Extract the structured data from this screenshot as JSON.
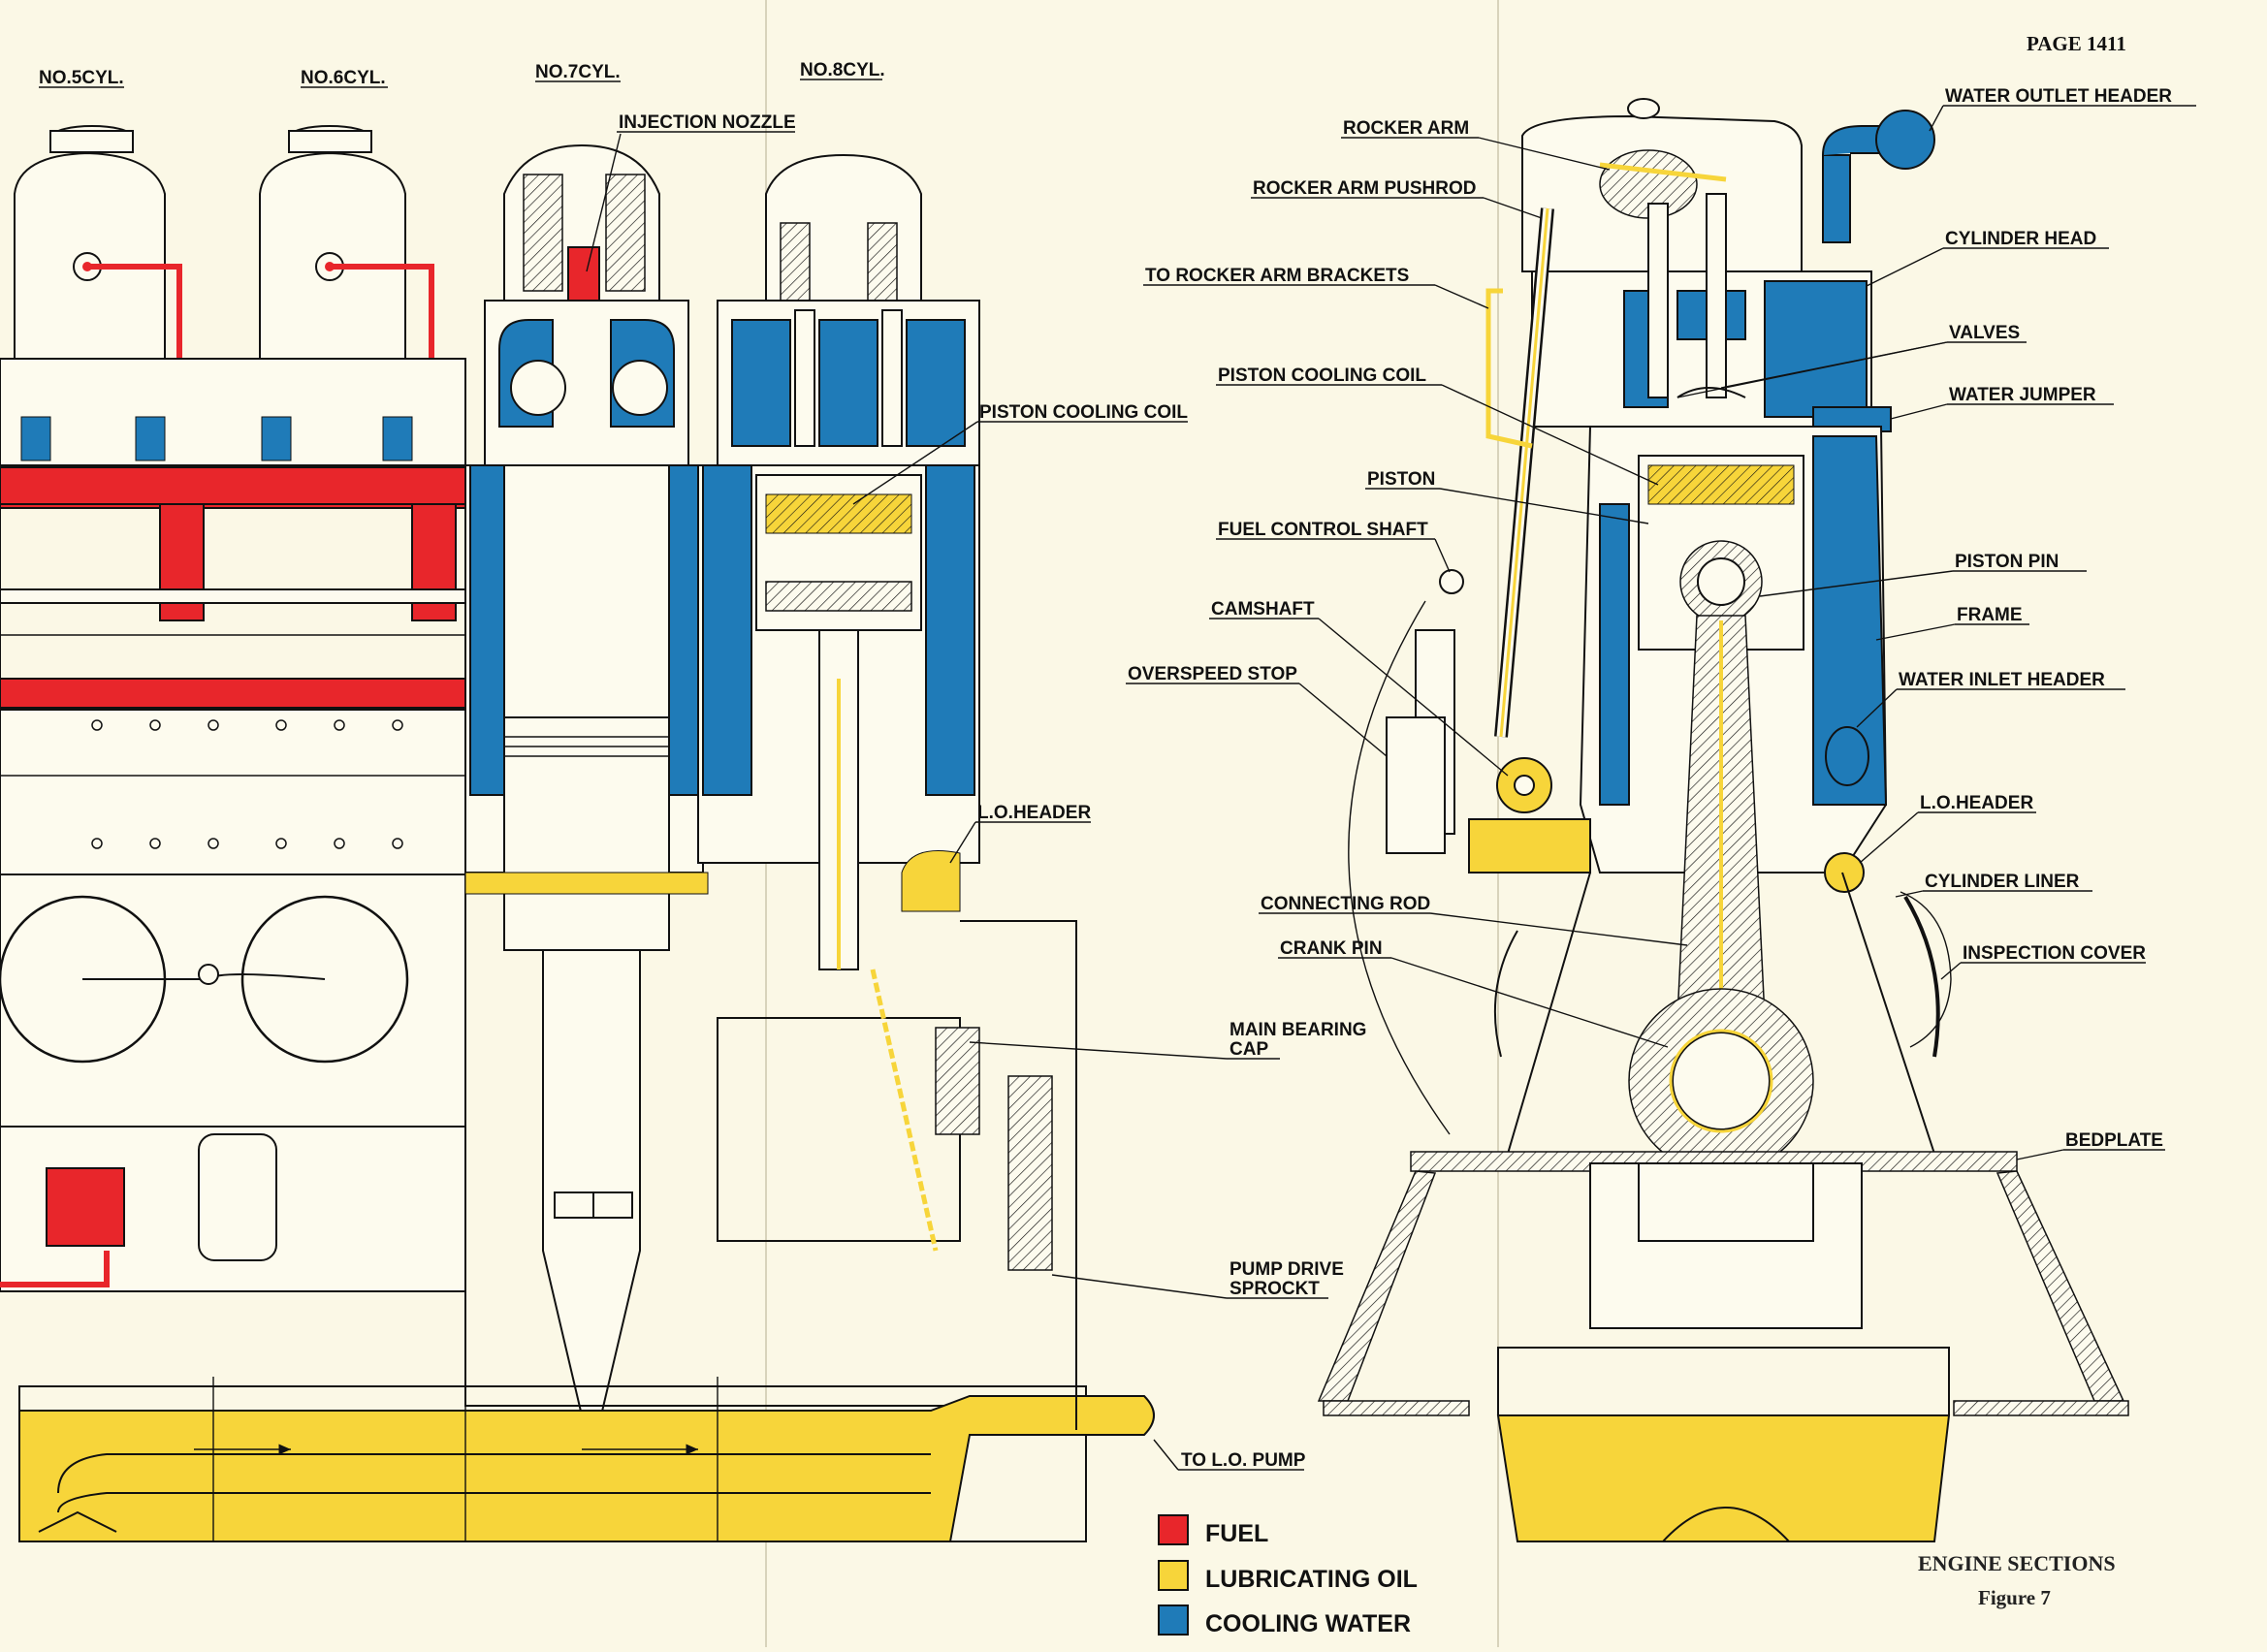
{
  "page_label": "PAGE 1411",
  "cylinders": {
    "no5": "NO.5CYL.",
    "no6": "NO.6CYL.",
    "no7": "NO.7CYL.",
    "no8": "NO.8CYL."
  },
  "labels_left": {
    "injection_nozzle": "INJECTION NOZZLE",
    "piston_cooling_coil": "PISTON COOLING COIL",
    "lo_header": "L.O.HEADER",
    "main_bearing_cap_1": "MAIN BEARING",
    "main_bearing_cap_2": "CAP",
    "pump_drive_1": "PUMP DRIVE",
    "pump_drive_2": "SPROCKT",
    "to_lo_pump": "TO L.O. PUMP"
  },
  "labels_right": {
    "rocker_arm": "ROCKER ARM",
    "rocker_arm_pushrod": "ROCKER ARM PUSHROD",
    "to_rocker_arm_brackets": "TO ROCKER  ARM BRACKETS",
    "piston_cooling_coil": "PISTON COOLING COIL",
    "piston": "PISTON",
    "fuel_control_shaft": "FUEL CONTROL SHAFT",
    "camshaft": "CAMSHAFT",
    "overspeed_stop": "OVERSPEED STOP",
    "connecting_rod": "CONNECTING ROD",
    "crank_pin": "CRANK PIN",
    "water_outlet_header": "WATER OUTLET HEADER",
    "cylinder_head": "CYLINDER HEAD",
    "valves": "VALVES",
    "water_jumper": "WATER JUMPER",
    "piston_pin": "PISTON PIN",
    "frame": "FRAME",
    "water_inlet_header": "WATER  INLET HEADER",
    "lo_header": "L.O.HEADER",
    "cylinder_liner": "CYLINDER LINER",
    "inspection_cover": "INSPECTION COVER",
    "bedplate": "BEDPLATE"
  },
  "legend": [
    {
      "label": "FUEL",
      "color": "#e8262b"
    },
    {
      "label": "LUBRICATING OIL",
      "color": "#f7d53a"
    },
    {
      "label": "COOLING WATER",
      "color": "#1f7bb8"
    }
  ],
  "caption": {
    "title": "ENGINE SECTIONS",
    "figure": "Figure 7"
  },
  "colors": {
    "paper": "#fbf8e6",
    "fuel": "#e8262b",
    "oil": "#f7d53a",
    "water": "#1f7bb8",
    "ink": "#111111"
  }
}
